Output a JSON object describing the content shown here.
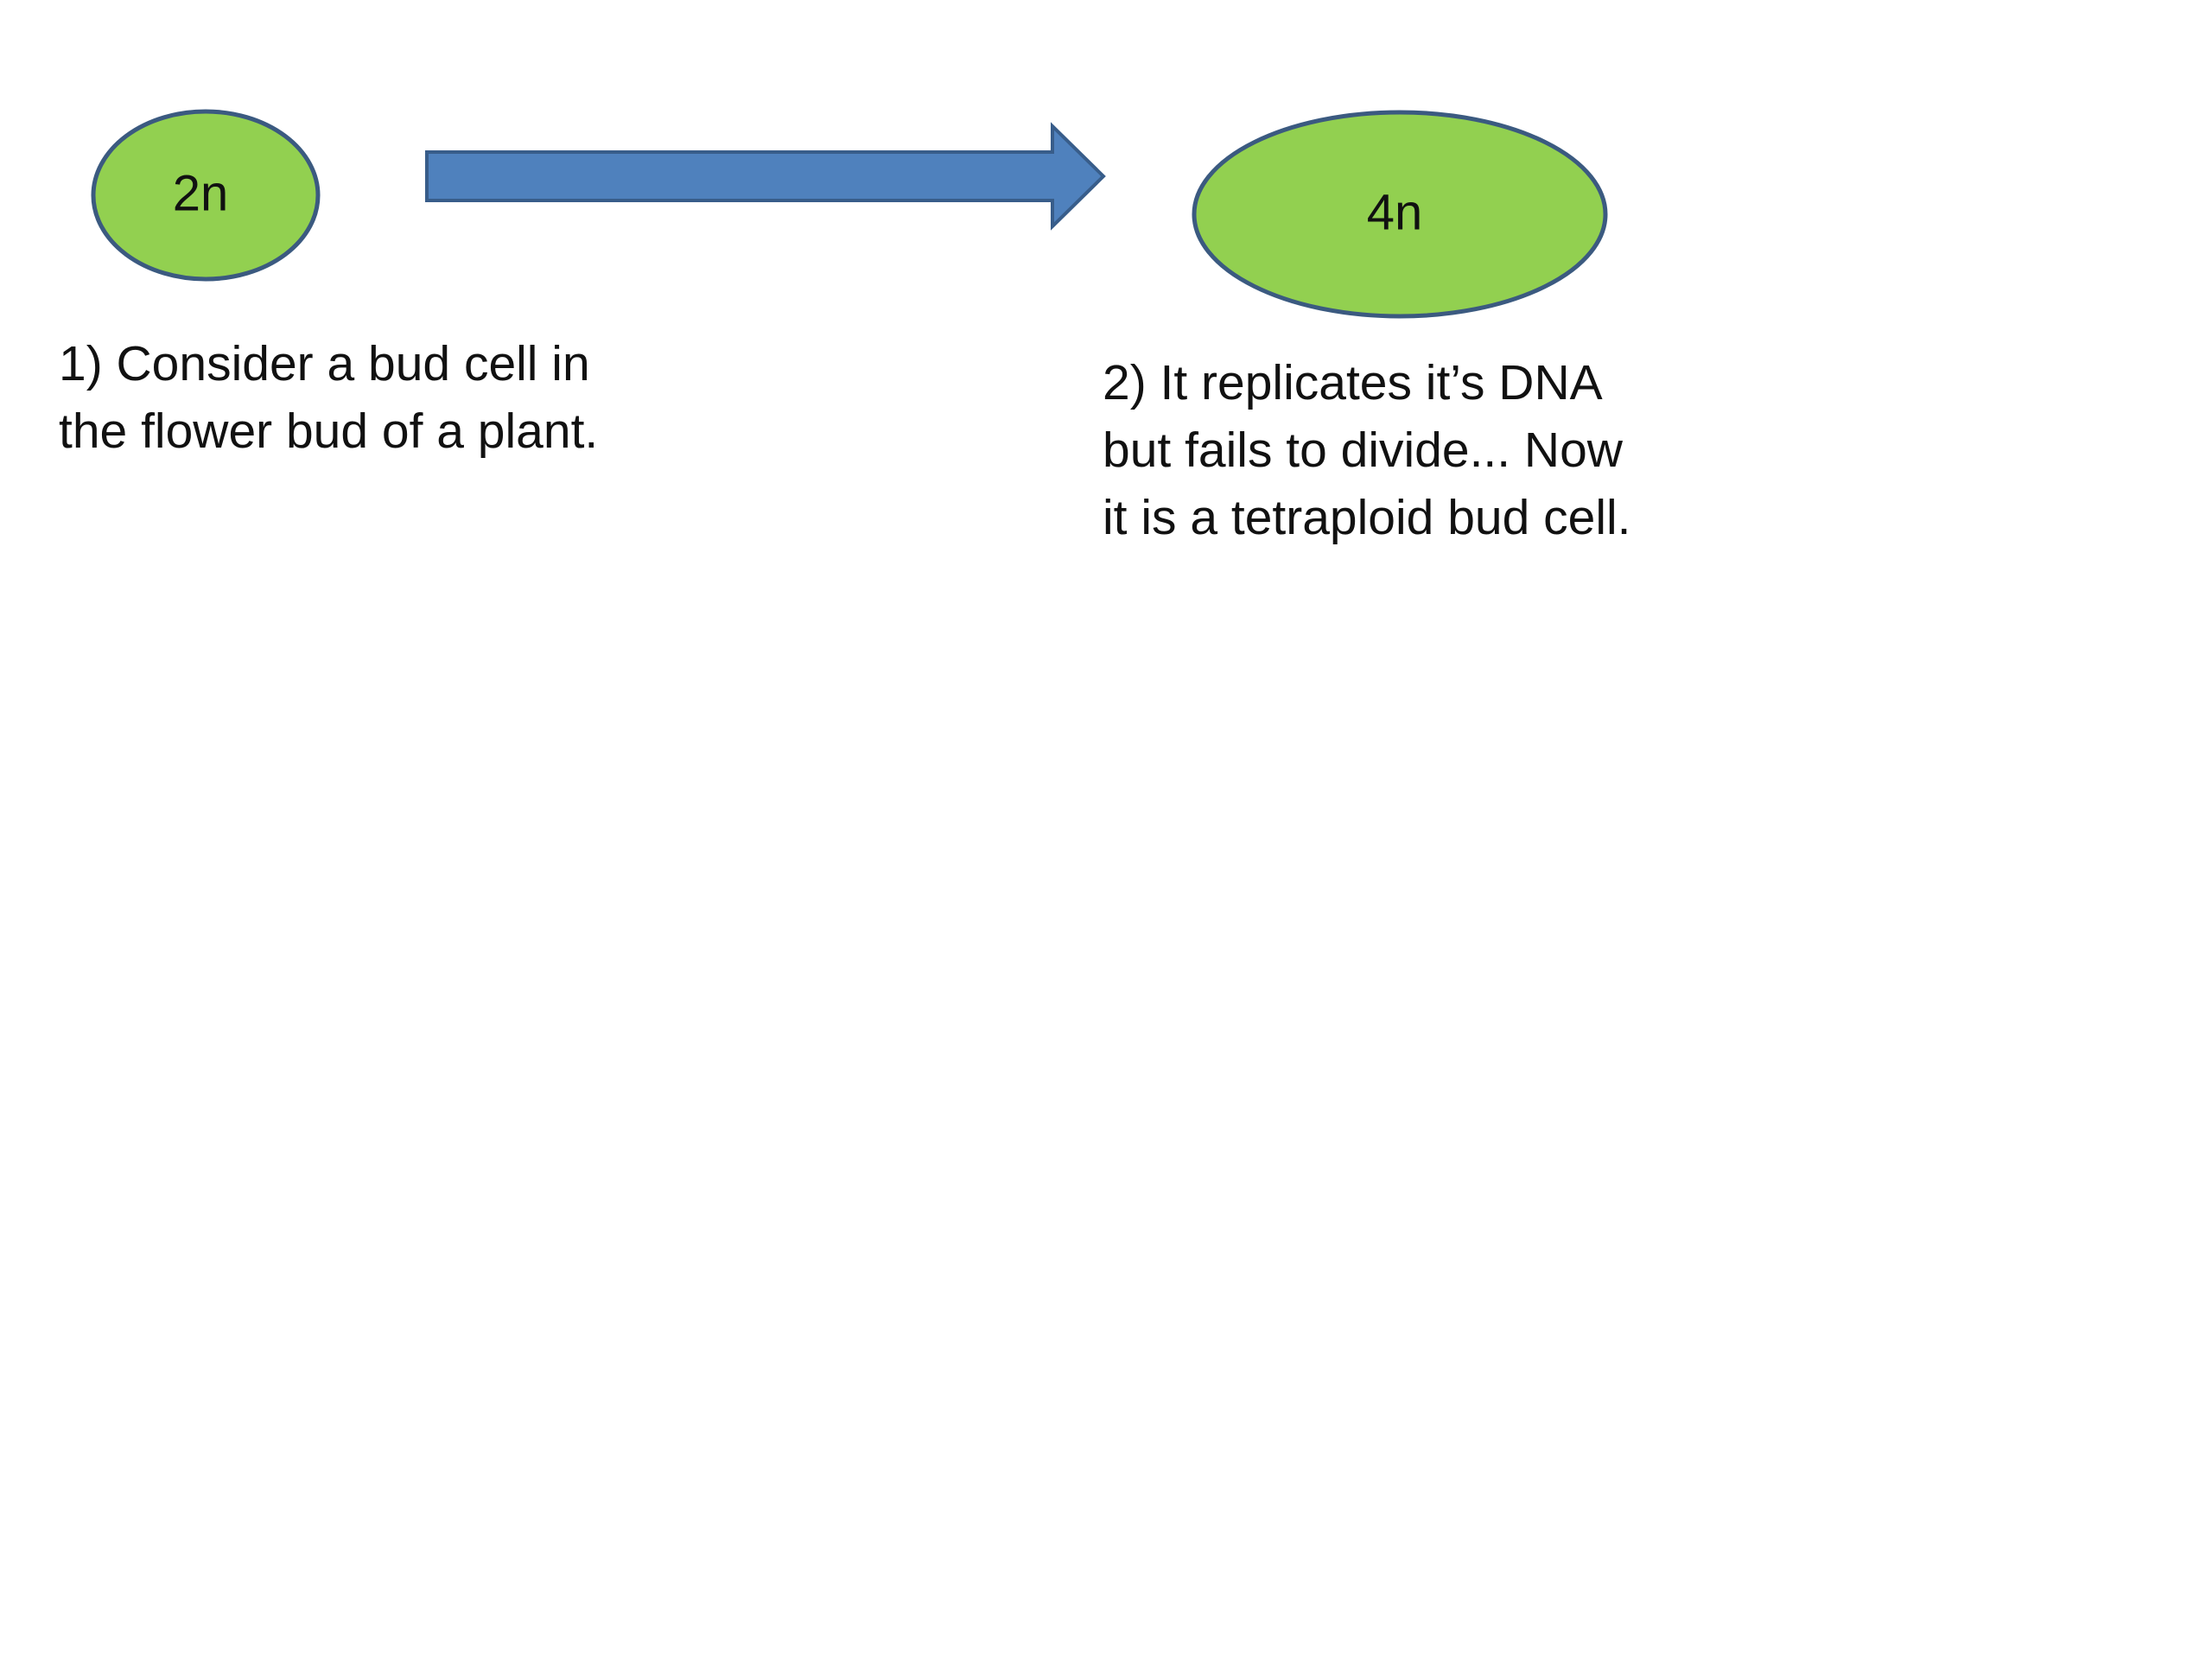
{
  "diagram": {
    "cell_before": {
      "label": "2n"
    },
    "cell_after": {
      "label": "4n"
    },
    "arrow": {
      "direction": "right"
    },
    "colors": {
      "cell_fill": "#92d050",
      "cell_stroke": "#3b5a80",
      "arrow_fill": "#4f81bd",
      "arrow_stroke": "#385d8a"
    }
  },
  "captions": {
    "step1": {
      "line1": "1) Consider a bud cell in",
      "line2": "the flower bud of a plant."
    },
    "step2": {
      "line1": "2) It replicates it’s DNA",
      "line2": "but fails to divide... Now",
      "line3": "it is a tetraploid bud cell."
    }
  }
}
